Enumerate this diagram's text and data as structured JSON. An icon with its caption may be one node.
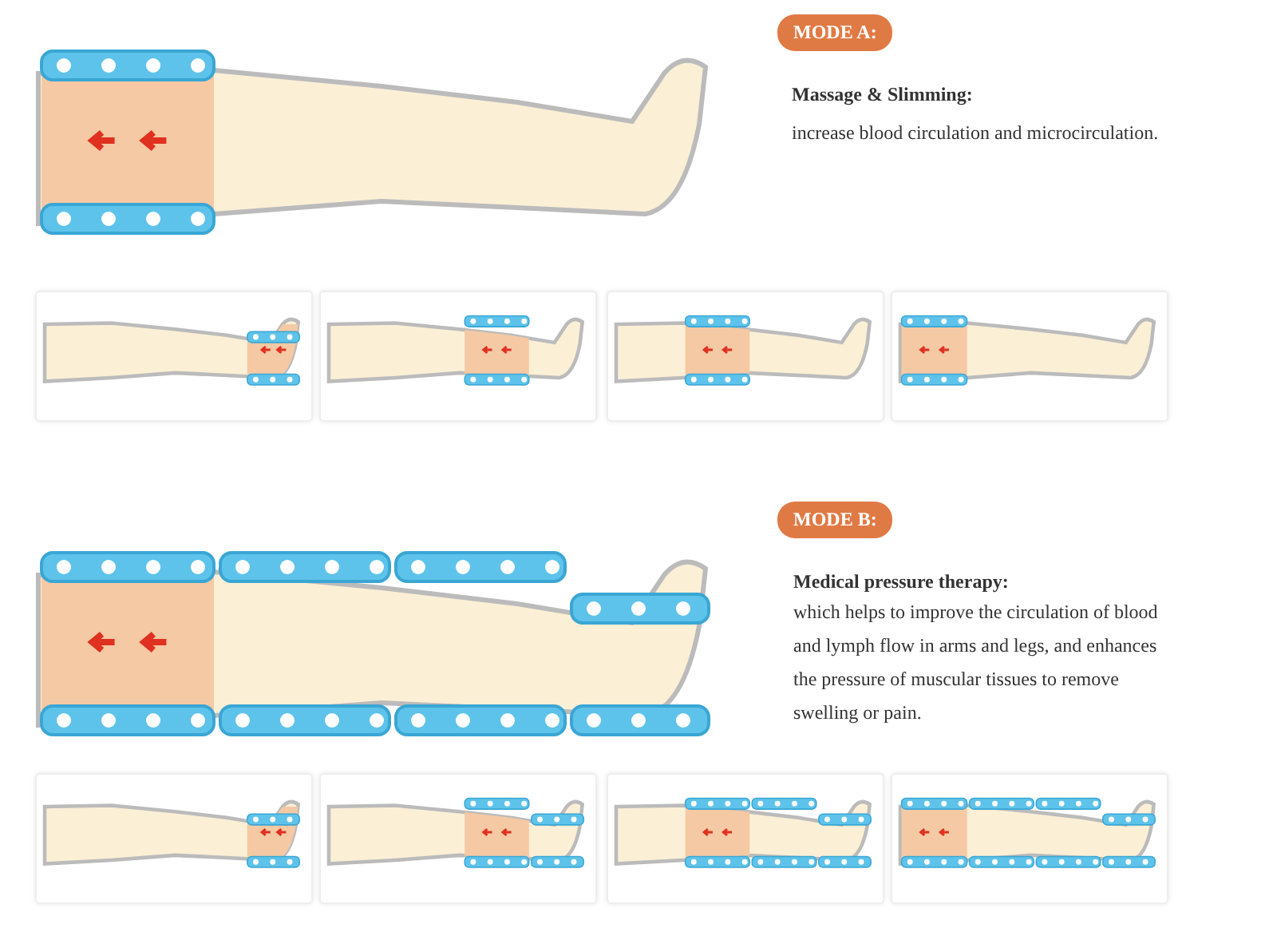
{
  "diagram": {
    "nodes": [
      {
        "text": [
          "MODE A:"
        ]
      },
      {
        "text": [
          "MODE B:"
        ]
      }
    ],
    "labels": [
      "Massage & Slimming:",
      "increase blood circulation and microcirculation.",
      "Medical pressure therapy:",
      "which helps to improve the circulation of blood and lymph flow in arms and legs, and enhances the pressure of muscular tissues to remove swelling or pain."
    ]
  }
}
